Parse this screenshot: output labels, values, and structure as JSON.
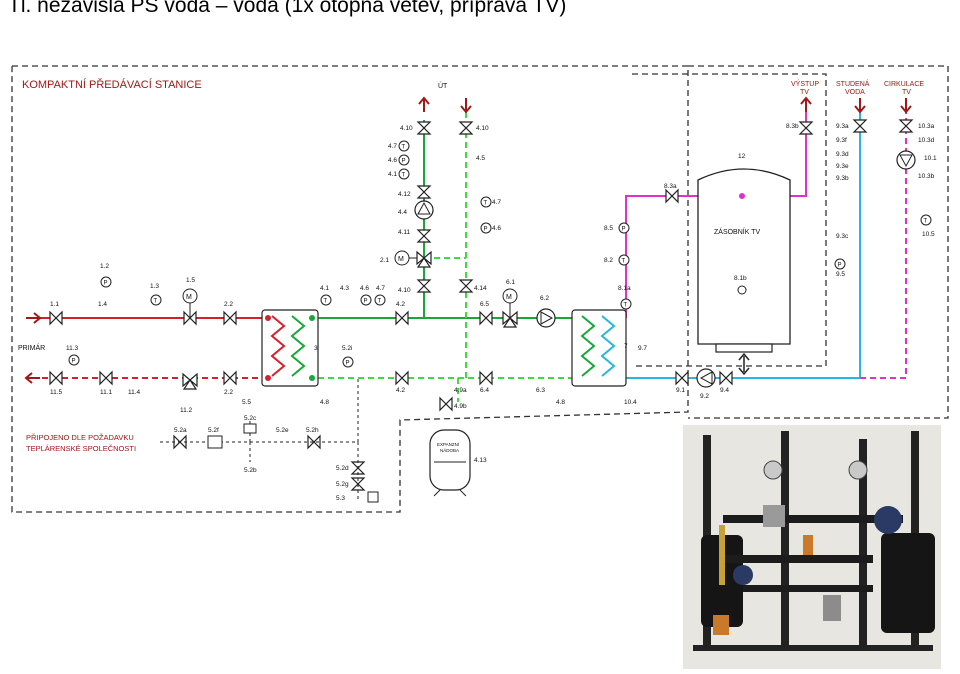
{
  "page_title": "Tl. nezávislá PS voda – voda (1x otopná větev, příprava TV)",
  "header": {
    "station": "KOMPAKTNÍ PŘEDÁVACÍ STANICE",
    "ut": "ÚT",
    "vystup_1": "VÝSTUP",
    "vystup_2": "TV",
    "studena_1": "STUDENÁ",
    "studena_2": "VODA",
    "cirkulace_1": "CIRKULACE",
    "cirkulace_2": "TV"
  },
  "labels": {
    "primar": "PRIMÁR",
    "tank": "ZÁSOBNÍK TV",
    "expansion_1": "EXPANZNÍ",
    "expansion_2": "NÁDOBA",
    "connection_1": "PŘIPOJENO DLE POŽADAVKU",
    "connection_2": "TEPLÁRENSKÉ SPOLEČNOSTI"
  },
  "tags": {
    "t_1_2": "1.2",
    "t_1_1": "1.1",
    "t_1_4": "1.4",
    "t_1_3": "1.3",
    "t_1_5": "1.5",
    "t_2_2a": "2.2",
    "t_11_3": "11.3",
    "t_11_5": "11.5",
    "t_11_1": "11.1",
    "t_11_4": "11.4",
    "t_11_2": "11.2",
    "t_2_2b": "2.2",
    "t_5_5": "5.5",
    "t_3": "3",
    "t_4_8a": "4.8",
    "t_5_2i": "5.2i",
    "t_4_1": "4.1",
    "t_4_3": "4.3",
    "t_4_6a": "4.6",
    "t_4_7a": "4.7",
    "t_4_10a": "4.10",
    "t_4_2a": "4.2",
    "t_4_2b": "4.2",
    "t_4_9a": "4.9a",
    "t_4_9b": "4.9b",
    "t_6_4": "6.4",
    "t_6_3": "6.3",
    "t_4_8b": "4.8",
    "t_4_14": "4.14",
    "t_6_5": "6.5",
    "t_6_1": "6.1",
    "t_6_2": "6.2",
    "t_7": "7",
    "t_9_7": "9.7",
    "t_10_4": "10.4",
    "t_8_1a": "8.1a",
    "t_9_1": "9.1",
    "t_9_2": "9.2",
    "t_9_4": "9.4",
    "t_4_10b": "4.10",
    "t_4_7b": "4.7",
    "t_4_6b": "4.6",
    "t_4_1b": "4.1",
    "t_4_12": "4.12",
    "t_4_4": "4.4",
    "t_4_11": "4.11",
    "t_2_1": "2.1",
    "t_4_10c": "4.10",
    "t_4_5": "4.5",
    "t_4_7c": "4.7",
    "t_4_6c": "4.6",
    "t_8_3a": "8.3a",
    "t_8_5": "8.5",
    "t_8_2": "8.2",
    "t_12": "12",
    "t_8_1b": "8.1b",
    "t_8_3b": "8.3b",
    "t_9_3a": "9.3a",
    "t_9_3f": "9.3f",
    "t_9_3d": "9.3d",
    "t_9_3e": "9.3e",
    "t_9_3b": "9.3b",
    "t_9_3c": "9.3c",
    "t_9_5": "9.5",
    "t_10_3a": "10.3a",
    "t_10_3d": "10.3d",
    "t_10_1": "10.1",
    "t_10_3b": "10.3b",
    "t_10_5": "10.5",
    "t_5_2a": "5.2a",
    "t_5_2f": "5.2f",
    "t_5_2c": "5.2c",
    "t_5_2e": "5.2e",
    "t_5_2h": "5.2h",
    "t_5_2b": "5.2b",
    "t_5_2d": "5.2d",
    "t_5_2g": "5.2g",
    "t_5_3": "5.3",
    "t_4_13": "4.13"
  },
  "symbols": {
    "motor": "M",
    "pressure": "P",
    "temp": "T"
  },
  "colors": {
    "primary_supply": "#d6202e",
    "heating_supply": "#18a83a",
    "heating_return": "#3ddc3d",
    "dhw": "#e032c8",
    "cold_water": "#26b6e0",
    "border": "#333333",
    "label_red": "#a01818"
  }
}
